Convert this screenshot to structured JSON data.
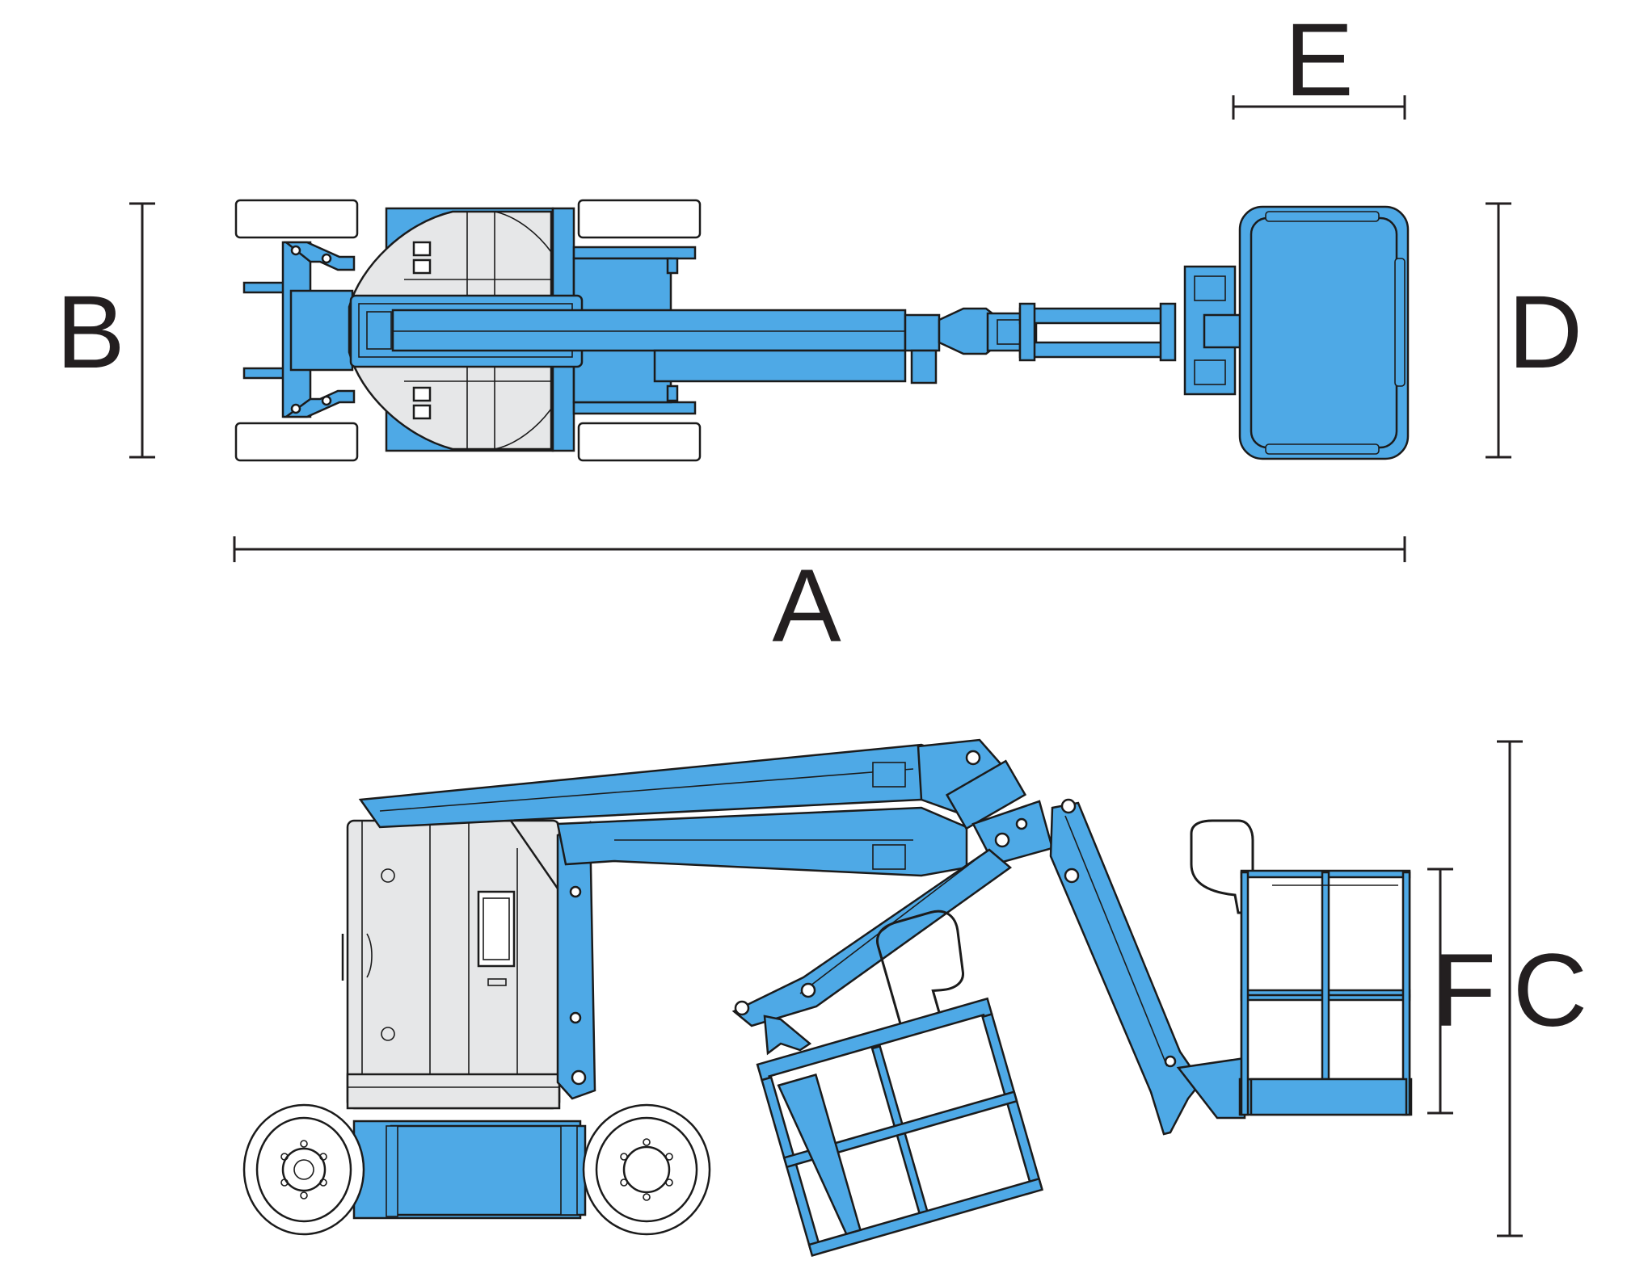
{
  "diagram": {
    "labels": {
      "A": "A",
      "B": "B",
      "C": "C",
      "D": "D",
      "E": "E",
      "F": "F"
    },
    "colors": {
      "machine_blue": "#4ea9e6",
      "body_grey": "#e6e7e8",
      "outline": "#1b1b1b",
      "dimension_line": "#231f20"
    }
  }
}
